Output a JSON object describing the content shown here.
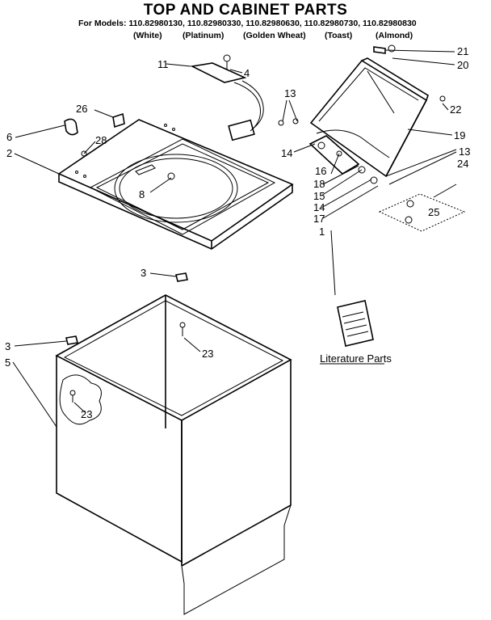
{
  "header": {
    "title": "TOP AND CABINET PARTS",
    "models_line": "For Models: 110.82980130, 110.82980330, 110.82980630, 110.82980730, 110.82980830",
    "colors": [
      "(White)",
      "(Platinum)",
      "(Golden Wheat)",
      "(Toast)",
      "(Almond)"
    ]
  },
  "callouts": {
    "c1": "1",
    "c2": "2",
    "c3a": "3",
    "c3b": "3",
    "c4": "4",
    "c5": "5",
    "c6": "6",
    "c8": "8",
    "c11": "11",
    "c13a": "13",
    "c13b": "13",
    "c14a": "14",
    "c14b": "14",
    "c15": "15",
    "c16": "16",
    "c17": "17",
    "c18": "18",
    "c19": "19",
    "c20": "20",
    "c21": "21",
    "c22": "22",
    "c23a": "23",
    "c23b": "23",
    "c24": "24",
    "c25": "25",
    "c26": "26",
    "c28": "28"
  },
  "literature_label": "Literature Parts"
}
